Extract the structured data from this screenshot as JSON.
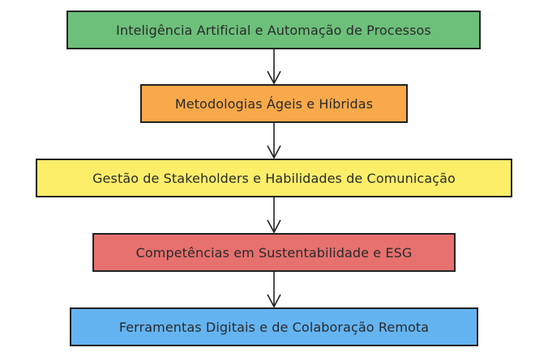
{
  "diagram": {
    "nodes": [
      {
        "label": "Inteligência Artificial e Automação de Processos",
        "color": "#6cc07a"
      },
      {
        "label": "Metodologias Ágeis e Híbridas",
        "color": "#f9a94a"
      },
      {
        "label": "Gestão de Stakeholders e Habilidades de Comunicação",
        "color": "#fdee6a"
      },
      {
        "label": "Competências em Sustentabilidade e ESG",
        "color": "#e6716f"
      },
      {
        "label": "Ferramentas Digitais e de Colaboração Remota",
        "color": "#64b4f2"
      }
    ],
    "edges": [
      {
        "from": 0,
        "to": 1
      },
      {
        "from": 1,
        "to": 2
      },
      {
        "from": 2,
        "to": 3
      },
      {
        "from": 3,
        "to": 4
      }
    ],
    "line_color": "#222222"
  }
}
